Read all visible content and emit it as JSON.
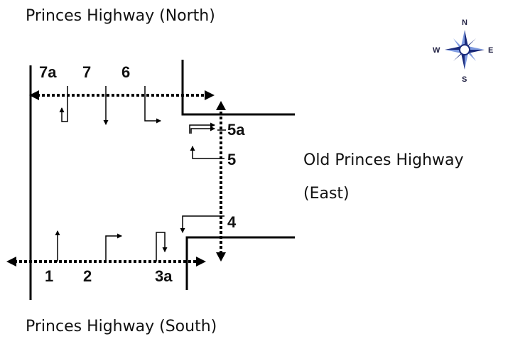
{
  "roads": {
    "north": "Princes Highway (North)",
    "east_line1": "Old Princes Highway",
    "east_line2": "(East)",
    "south": "Princes Highway (South)"
  },
  "phases": {
    "p7a": "7a",
    "p7": "7",
    "p6": "6",
    "p5a": "5a",
    "p5": "5",
    "p4": "4",
    "p1": "1",
    "p2": "2",
    "p3a": "3a"
  },
  "compass": {
    "n": "N",
    "s": "S",
    "e": "E",
    "w": "W"
  },
  "colors": {
    "line": "#000000",
    "compass_dark": "#1a2a7a",
    "compass_light": "#7f9be0"
  }
}
